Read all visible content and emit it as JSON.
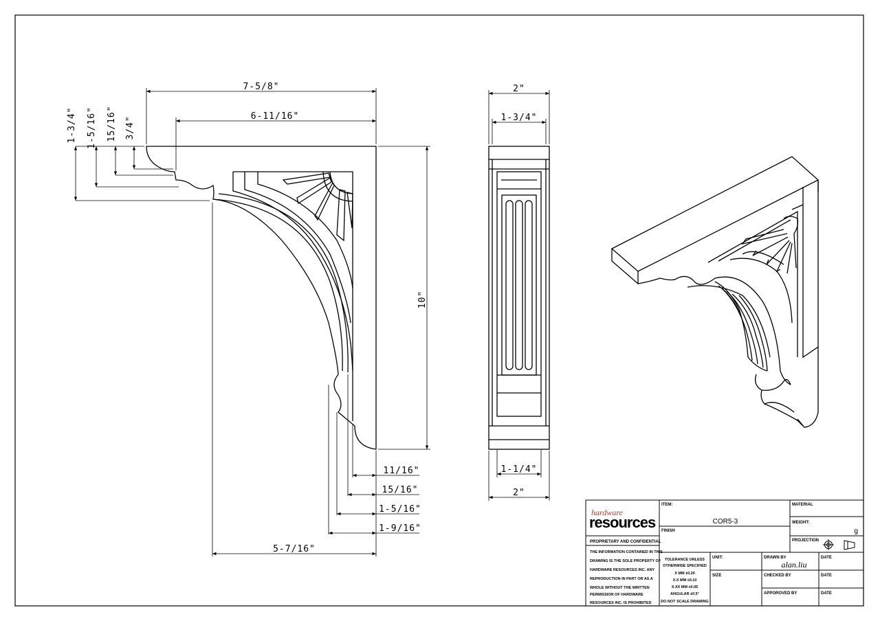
{
  "dimensions": {
    "front_top_overall": "7-5/8\"",
    "front_top_inner": "6-11/16\"",
    "front_left_1": "1-3/4\"",
    "front_left_2": "1-5/16\"",
    "front_left_3": "15/16\"",
    "front_left_4": "3/4\"",
    "front_height": "10\"",
    "front_bottom_1": "11/16\"",
    "front_bottom_2": "15/16\"",
    "front_bottom_3": "1-5/16\"",
    "front_bottom_4": "1-9/16\"",
    "front_bottom_overall": "5-7/16\"",
    "side_top_outer": "2\"",
    "side_top_inner": "1-3/4\"",
    "side_bottom_inner": "1-1/4\"",
    "side_bottom_outer": "2\""
  },
  "title_block": {
    "logo_top": "hardware",
    "logo_bottom": "resources",
    "proprietary_heading": "PROPRIETARY AND CONFIDENTIAL",
    "proprietary_lines": [
      "THE INFORMATION CONTAINED IN THIS",
      "DRAWING IS THE SOLE PROPERTY OF",
      "HARDWARE RESOURCES INC. ANY",
      "REPRODUCTION IN PART OR AS A",
      "WHOLE WITHOUT THE WRITTEN",
      "PERMISSION OF HARDWARE",
      "RESOURCES INC. IS PROHIBITED"
    ],
    "item_label": "ITEM:",
    "item_value": "COR5-3",
    "material_label": "MATERIAL",
    "weight_label": "WEIGHT:",
    "weight_unit": "g",
    "finish_label": "FINISH",
    "projection_label": "PROJECTION",
    "tolerance_lines": [
      "TOLERANCE UNLESS",
      "OTHERWISE SPECIFIED",
      "X   MM   ±0.20",
      "X.X  MM   ±0.10",
      "X.XX  MM  ±0.05",
      "ANGULAR   ±0.5°",
      "DO NOT SCALE DRAWING"
    ],
    "unit_label": "UNIT:",
    "size_label": "SIZE",
    "drawn_by_label": "DRAWN BY",
    "drawn_by_value": "alan.liu",
    "checked_by_label": "CHECKED BY",
    "approved_by_label": "APPOROVED BY",
    "date_label_1": "DATE",
    "date_label_2": "DATE",
    "date_label_3": "DATE"
  }
}
